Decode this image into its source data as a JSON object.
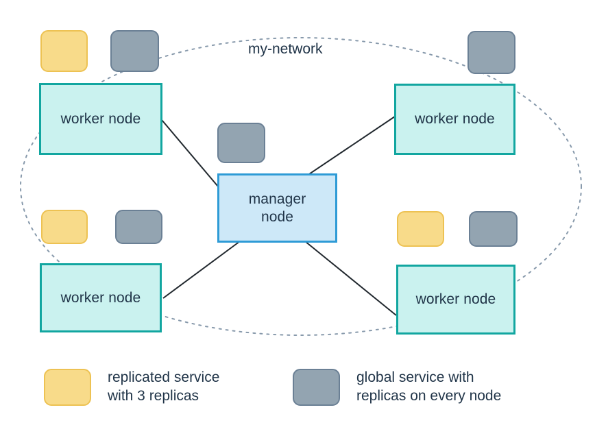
{
  "diagram": {
    "network_label": "my-network",
    "nodes": {
      "manager": "manager\nnode",
      "worker_top_left": "worker node",
      "worker_top_right": "worker node",
      "worker_bottom_left": "worker node",
      "worker_bottom_right": "worker node"
    },
    "legend": [
      {
        "swatch": "replicated-service-swatch",
        "label": "replicated service\nwith 3 replicas",
        "color": "#f8db8a"
      },
      {
        "swatch": "global-service-swatch",
        "label": "global service with\nreplicas on every node",
        "color": "#93a4b1"
      }
    ],
    "colors": {
      "worker_fill": "#caf2ef",
      "worker_border": "#12a6a0",
      "manager_fill": "#cde8f8",
      "manager_border": "#2e9bd6",
      "replicated_fill": "#f8db8a",
      "replicated_border": "#edc253",
      "global_fill": "#93a4b1",
      "global_border": "#6b8095",
      "edge": "#21282e",
      "network_outline": "#8799ab",
      "text": "#1f3347"
    }
  }
}
